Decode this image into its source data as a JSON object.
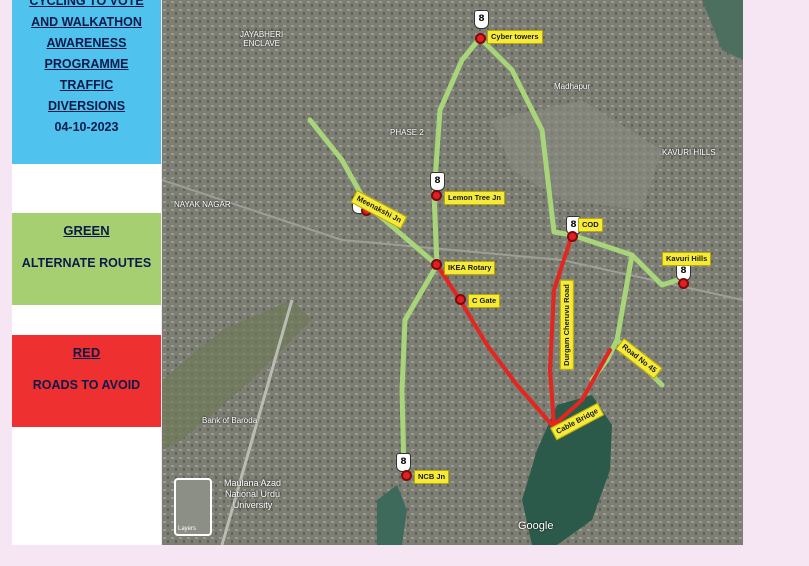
{
  "legend": {
    "title_lines": [
      "CYCLING TO VOTE",
      "AND WALKATHON",
      "AWARENESS",
      "PROGRAMME",
      "TRAFFIC",
      "DIVERSIONS"
    ],
    "date": "04-10-2023",
    "green": {
      "heading": "GREEN",
      "text": "ALTERNATE ROUTES",
      "color": "#a6cf72"
    },
    "red": {
      "heading": "RED",
      "text": "ROADS TO AVOID",
      "color": "#ee3030"
    }
  },
  "junctions": {
    "cyber_towers": "Cyber towers",
    "meenakshi": "Meenakshi Jn",
    "lemon_tree": "Lemon Tree Jn",
    "cod": "COD",
    "ikea": "IKEA Rotary",
    "c_gate": "C Gate",
    "kavuri": "Kavuri Hills",
    "durgam": "Durgam Cheruvu Road",
    "road45": "Road No 45",
    "cable_bridge": "Cable Bridge",
    "ncb": "NCB Jn"
  },
  "places": {
    "jayabheri": "JAYABHERI\nENCLAVE",
    "madhapur": "Madhapur",
    "kavuri_hills_area": "KAVURI HILLS",
    "phase2": "PHASE 2",
    "nayak_nagar": "NAYAK NAGAR",
    "maulana": "Maulana Azad\nNational Urdu\nUniversity",
    "bank_baroda": "Bank of Baroda"
  },
  "map": {
    "attribution": "Google",
    "layers_label": "Layers",
    "bike_glyph": "8"
  }
}
